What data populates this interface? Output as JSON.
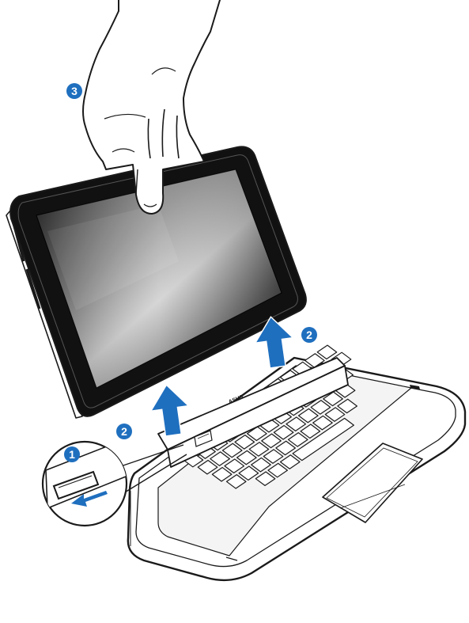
{
  "colors": {
    "accent": "#1f6fbf",
    "arrow": "#1f6fbf",
    "ink": "#1a1a1a",
    "screen_dark": "#111111",
    "screen_light": "#bdbdbd",
    "paper": "#ffffff"
  },
  "brand": {
    "logo_text": "ASUS"
  },
  "steps": [
    {
      "number": "1",
      "icon": "latch-release-icon"
    },
    {
      "number": "2",
      "icon": "lift-arrow-icon"
    },
    {
      "number": "2",
      "icon": "lift-arrow-icon"
    },
    {
      "number": "3",
      "icon": "hand-lift-icon"
    }
  ]
}
